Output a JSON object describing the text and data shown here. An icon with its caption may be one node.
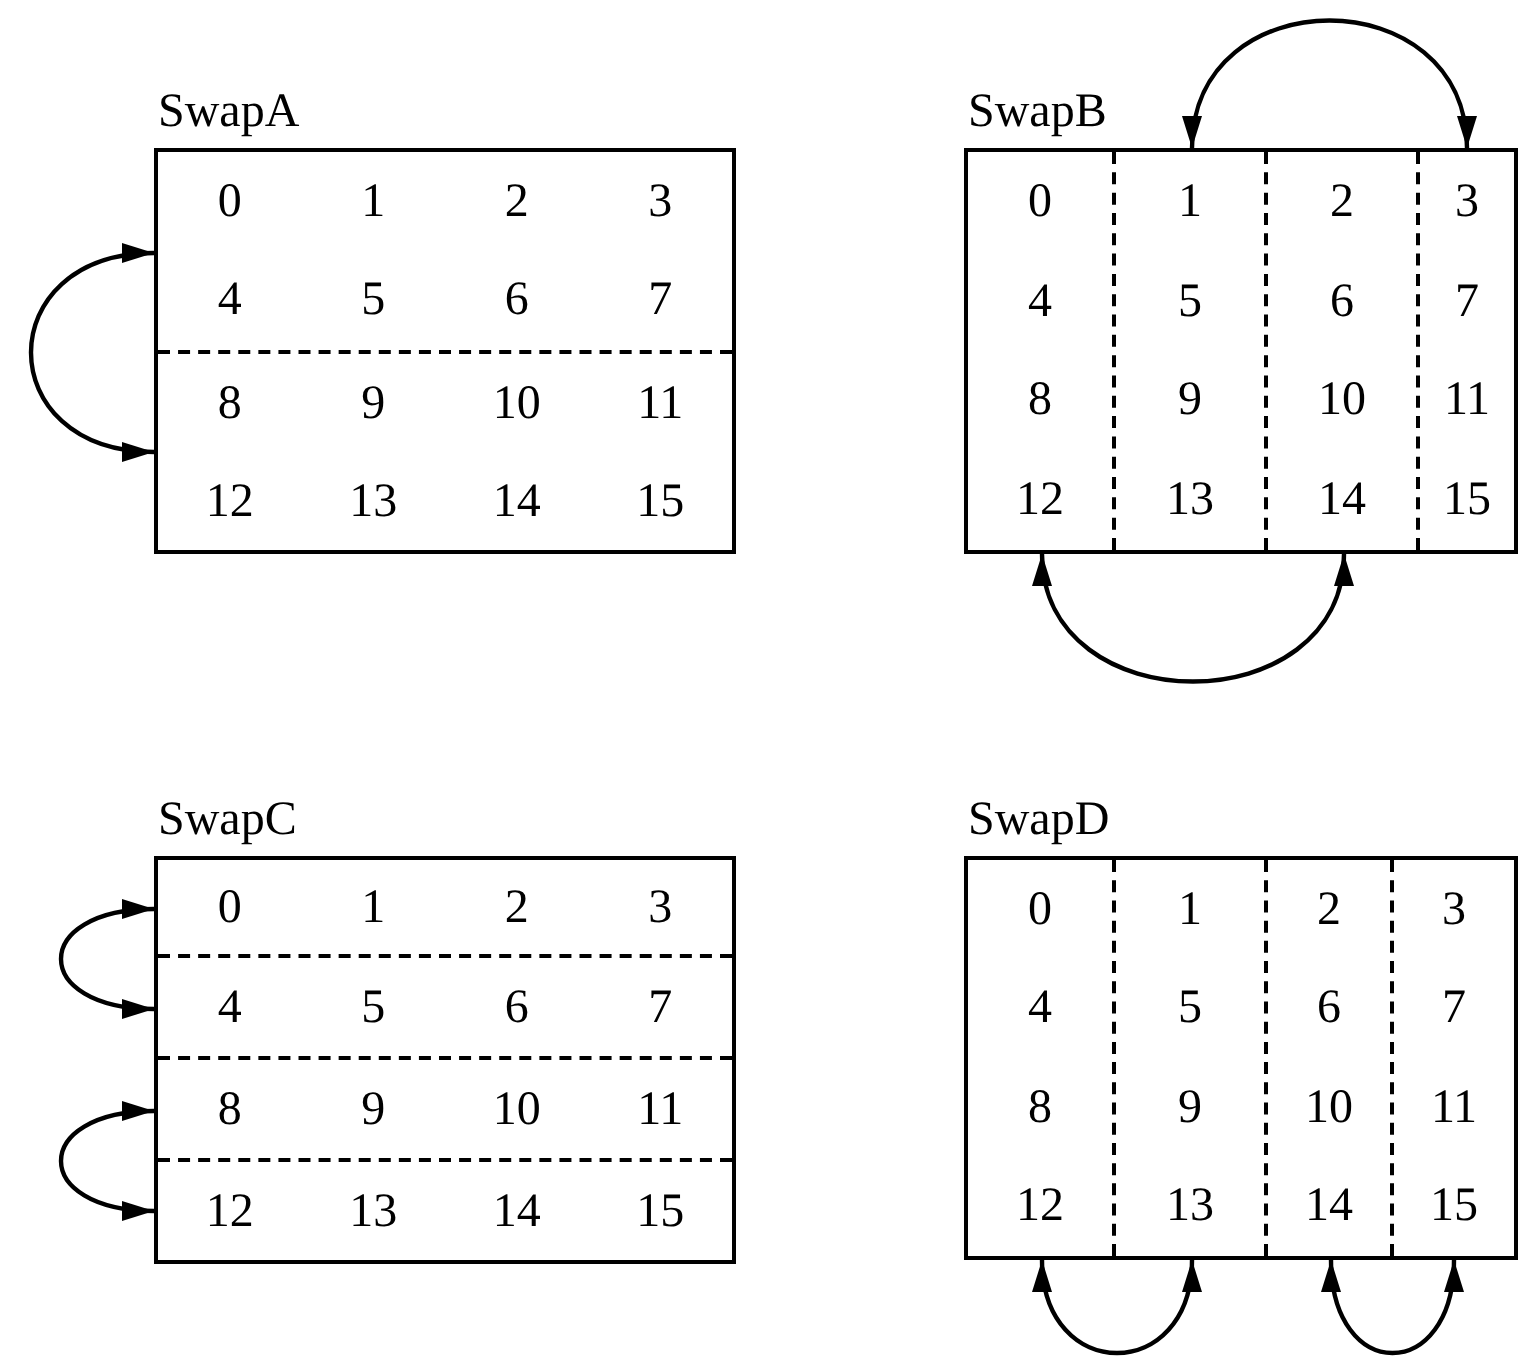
{
  "diagram": {
    "nodes": [
      {
        "text": [
          "SwapA"
        ]
      },
      {
        "text": [
          "0",
          "1",
          "2",
          "3",
          "4",
          "5",
          "6",
          "7"
        ],
        "in": 0
      },
      {
        "text": [
          "8",
          "9",
          "10",
          "11",
          "12",
          "13",
          "14",
          "15"
        ],
        "in": 0
      },
      {
        "text": [
          "SwapB"
        ]
      },
      {
        "text": [
          "0",
          "4",
          "8",
          "12"
        ],
        "in": 3
      },
      {
        "text": [
          "1",
          "5",
          "9",
          "13"
        ],
        "in": 3
      },
      {
        "text": [
          "2",
          "6",
          "10",
          "14"
        ],
        "in": 3
      },
      {
        "text": [
          "3",
          "7",
          "11",
          "15"
        ],
        "in": 3
      },
      {
        "text": [
          "SwapC"
        ]
      },
      {
        "text": [
          "0",
          "1",
          "2",
          "3"
        ],
        "in": 8
      },
      {
        "text": [
          "4",
          "5",
          "6",
          "7"
        ],
        "in": 8
      },
      {
        "text": [
          "8",
          "9",
          "10",
          "11"
        ],
        "in": 8
      },
      {
        "text": [
          "12",
          "13",
          "14",
          "15"
        ],
        "in": 8
      },
      {
        "text": [
          "SwapD"
        ]
      },
      {
        "text": [
          "0",
          "4",
          "8",
          "12"
        ],
        "in": 13
      },
      {
        "text": [
          "1",
          "5",
          "9",
          "13"
        ],
        "in": 13
      },
      {
        "text": [
          "2",
          "6",
          "10",
          "14"
        ],
        "in": 13
      },
      {
        "text": [
          "3",
          "7",
          "11",
          "15"
        ],
        "in": 13
      }
    ],
    "edges": [
      {
        "from": 1,
        "to": 2,
        "arrow": "both"
      },
      {
        "from": 5,
        "to": 7,
        "arrow": "both"
      },
      {
        "from": 4,
        "to": 6,
        "arrow": "both"
      },
      {
        "from": 9,
        "to": 10,
        "arrow": "both"
      },
      {
        "from": 11,
        "to": 12,
        "arrow": "both"
      },
      {
        "from": 14,
        "to": 15,
        "arrow": "both"
      },
      {
        "from": 16,
        "to": 17,
        "arrow": "both"
      }
    ]
  }
}
